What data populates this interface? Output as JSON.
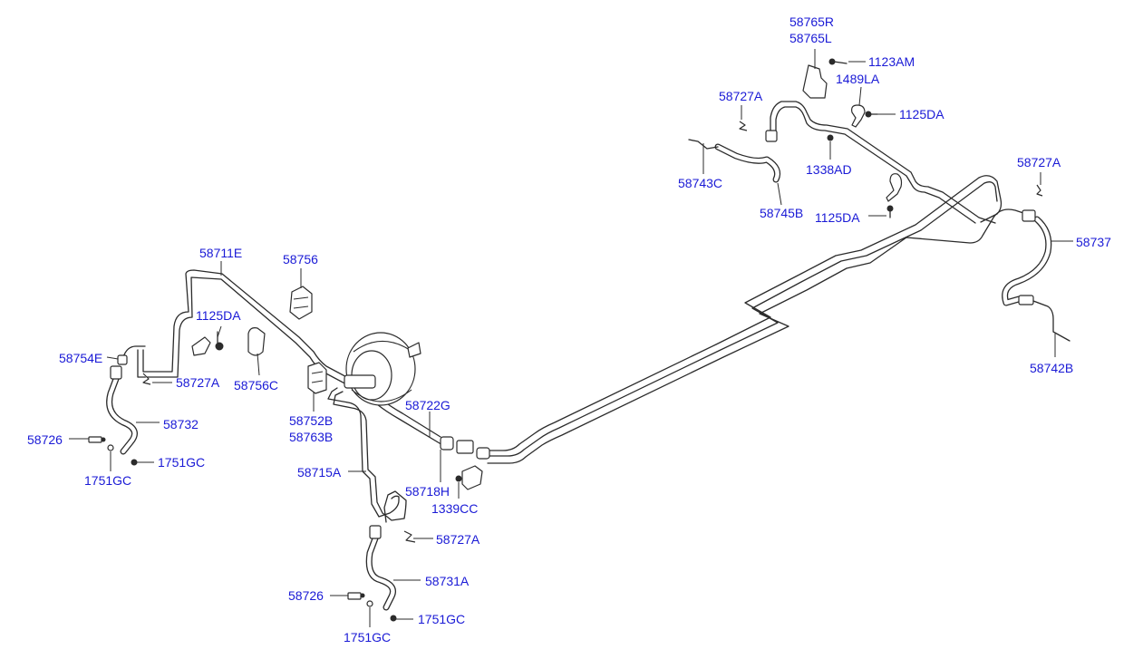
{
  "labels": {
    "p58765R": "58765R",
    "p58765L": "58765L",
    "p1123AM": "1123AM",
    "p1489LA": "1489LA",
    "p58727A_top": "58727A",
    "p1125DA_top": "1125DA",
    "p1338AD": "1338AD",
    "p58743C": "58743C",
    "p58745B": "58745B",
    "p58727A_right": "58727A",
    "p1125DA_mid": "1125DA",
    "p58737": "58737",
    "p58742B": "58742B",
    "p58711E": "58711E",
    "p58756": "58756",
    "p1125DA_left": "1125DA",
    "p58754E": "58754E",
    "p58727A_left": "58727A",
    "p58756C": "58756C",
    "p58732": "58732",
    "p58726_left": "58726",
    "p1751GC_l1": "1751GC",
    "p1751GC_l2": "1751GC",
    "p58752B": "58752B",
    "p58763B": "58763B",
    "p58722G": "58722G",
    "p58715A": "58715A",
    "p58718H": "58718H",
    "p1339CC": "1339CC",
    "p58727A_bottom": "58727A",
    "p58731A": "58731A",
    "p58726_bottom": "58726",
    "p1751GC_b1": "1751GC",
    "p1751GC_b2": "1751GC"
  },
  "colors": {
    "label": "#1a1ad6",
    "line": "#2b2b2b",
    "background": "#ffffff"
  }
}
